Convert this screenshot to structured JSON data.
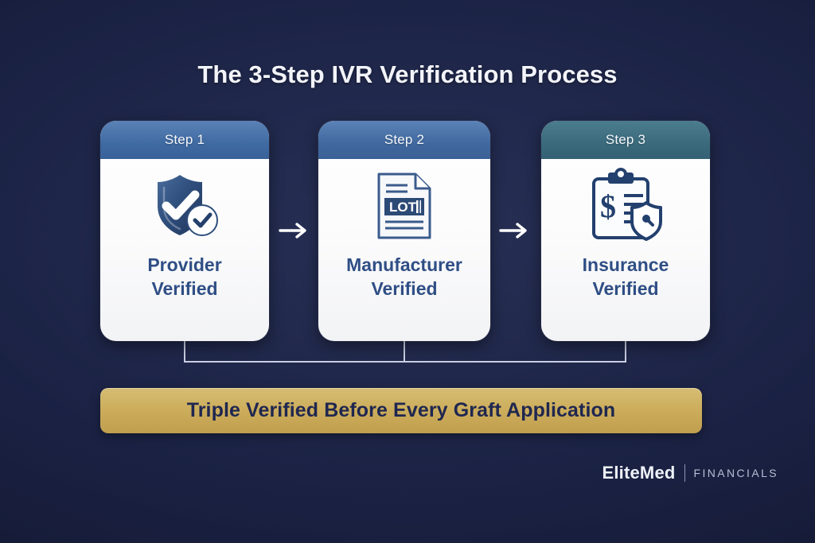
{
  "header": {
    "title": "The 3-Step IVR Verification Process"
  },
  "steps": [
    {
      "step_label": "Step 1",
      "icon": "shield-check-icon",
      "title_line1": "Provider",
      "title_line2": "Verified",
      "header_color": "#3f6aa2"
    },
    {
      "step_label": "Step 2",
      "icon": "document-lot-icon",
      "icon_text": "LOT",
      "title_line1": "Manufacturer",
      "title_line2": "Verified",
      "header_color": "#41699f"
    },
    {
      "step_label": "Step 3",
      "icon": "clipboard-dollar-shield-icon",
      "title_line1": "Insurance",
      "title_line2": "Verified",
      "header_color": "#3a6a7c"
    }
  ],
  "arrows": [
    {
      "name": "arrow-right-icon"
    },
    {
      "name": "arrow-right-icon"
    }
  ],
  "banner": {
    "text": "Triple Verified Before Every Graft Application",
    "background_color": "#cdae5d",
    "text_color": "#1f2750"
  },
  "logo": {
    "primary": "EliteMed",
    "secondary": "FINANCIALS"
  },
  "colors": {
    "background": "#1b2244",
    "card_background": "#ffffff",
    "card_label": "#2f4e85",
    "accent_gold": "#cdae5d",
    "connector_line": "#c9cfe2"
  }
}
